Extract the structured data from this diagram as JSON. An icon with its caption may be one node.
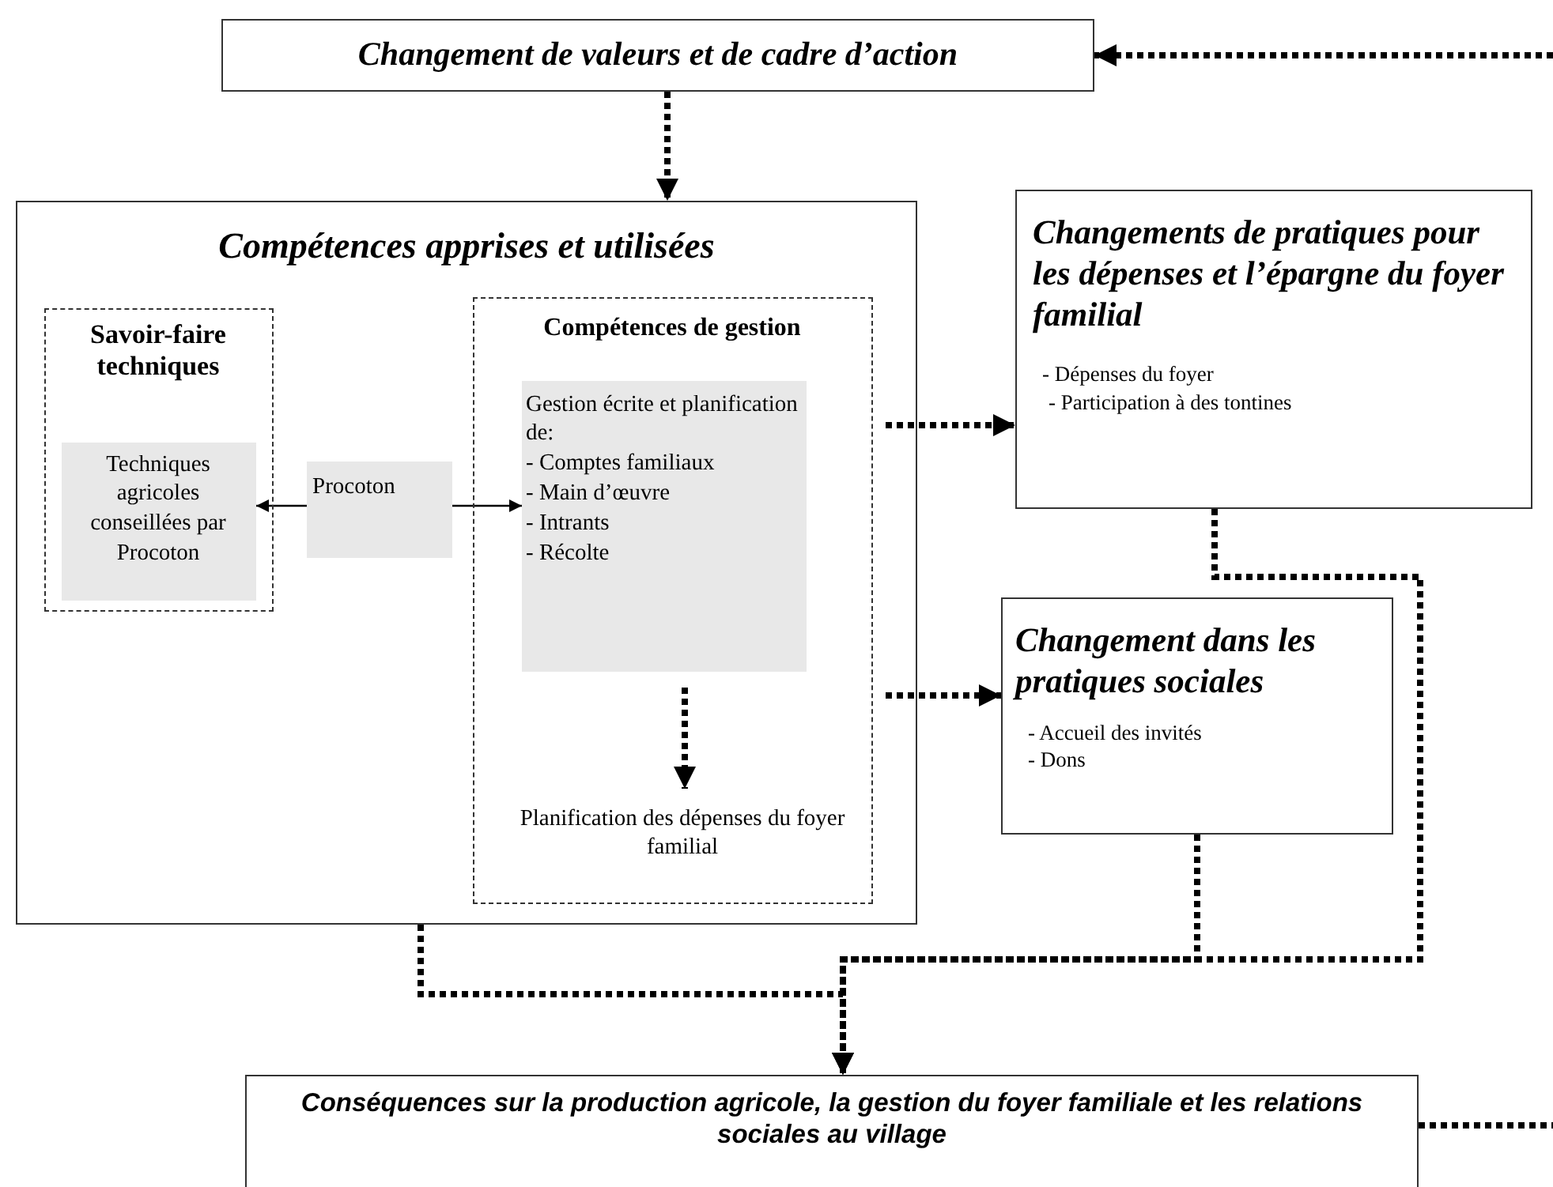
{
  "diagram": {
    "nodes": [
      {
        "text": [
          "Changement de valeurs et de cadre d’action"
        ]
      },
      {
        "text": [
          "Compétences apprises et utilisées"
        ]
      },
      {
        "text": [
          "Savoir-faire techniques"
        ],
        "in": 1
      },
      {
        "text": [
          "Techniques agricoles conseillées par Procoton"
        ],
        "in": 2
      },
      {
        "text": [
          "Procoton"
        ],
        "in": 1
      },
      {
        "text": [
          "Compétences de gestion"
        ],
        "in": 1
      },
      {
        "text": [
          "Gestion écrite et planification de:",
          "- Comptes familiaux",
          "- Main d’œuvre",
          "- Intrants",
          "- Récolte"
        ],
        "in": 5
      },
      {
        "text": [
          "Planification des dépenses du foyer familial"
        ],
        "in": 5
      },
      {
        "text": [
          "Changements de pratiques pour les dépenses et l’épargne du foyer familial",
          "- Dépenses du foyer",
          "- Participation à des tontines"
        ]
      },
      {
        "text": [
          "Changement dans les pratiques sociales",
          "- Accueil des invités",
          "- Dons"
        ]
      },
      {
        "text": [
          "Conséquences sur la production agricole, la gestion du foyer familiale et les relations sociales au village"
        ]
      }
    ],
    "edges": [
      {
        "from": null,
        "to": 0,
        "arrow": "to",
        "style": "dashed"
      },
      {
        "from": 0,
        "to": 1,
        "arrow": "to",
        "style": "dashed"
      },
      {
        "from": 4,
        "to": 3,
        "arrow": "to"
      },
      {
        "from": 4,
        "to": 6,
        "arrow": "to"
      },
      {
        "from": 6,
        "to": 7,
        "arrow": "to",
        "style": "dashed"
      },
      {
        "from": 5,
        "to": 8,
        "arrow": "to",
        "style": "dashed"
      },
      {
        "from": 5,
        "to": 9,
        "arrow": "to",
        "style": "dashed"
      },
      {
        "from": 1,
        "to": 10,
        "arrow": "to",
        "style": "dashed"
      },
      {
        "from": 9,
        "to": 10,
        "arrow": "to",
        "style": "dashed"
      },
      {
        "from": 8,
        "to": 10,
        "arrow": "to",
        "style": "dashed"
      },
      {
        "from": 10,
        "to": null,
        "arrow": "none",
        "style": "dashed"
      }
    ]
  }
}
